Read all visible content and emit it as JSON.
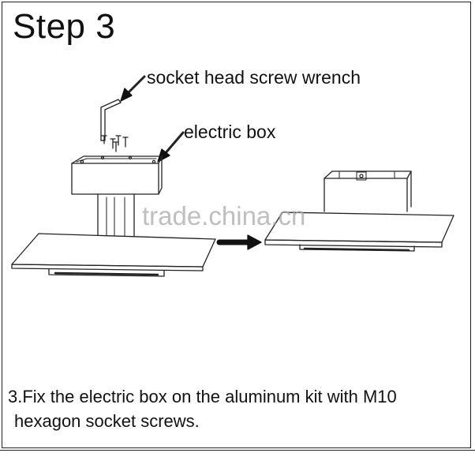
{
  "title": "Step 3",
  "labels": {
    "wrench": "socket head screw wrench",
    "electric_box": "electric box"
  },
  "caption": {
    "line1": "3.Fix the electric box on the aluminum kit with M10",
    "line2": "hexagon socket screws."
  },
  "watermark": "trade.china.cn",
  "colors": {
    "line": "#222222",
    "watermark": "#aaaaaa",
    "background": "#ffffff"
  }
}
